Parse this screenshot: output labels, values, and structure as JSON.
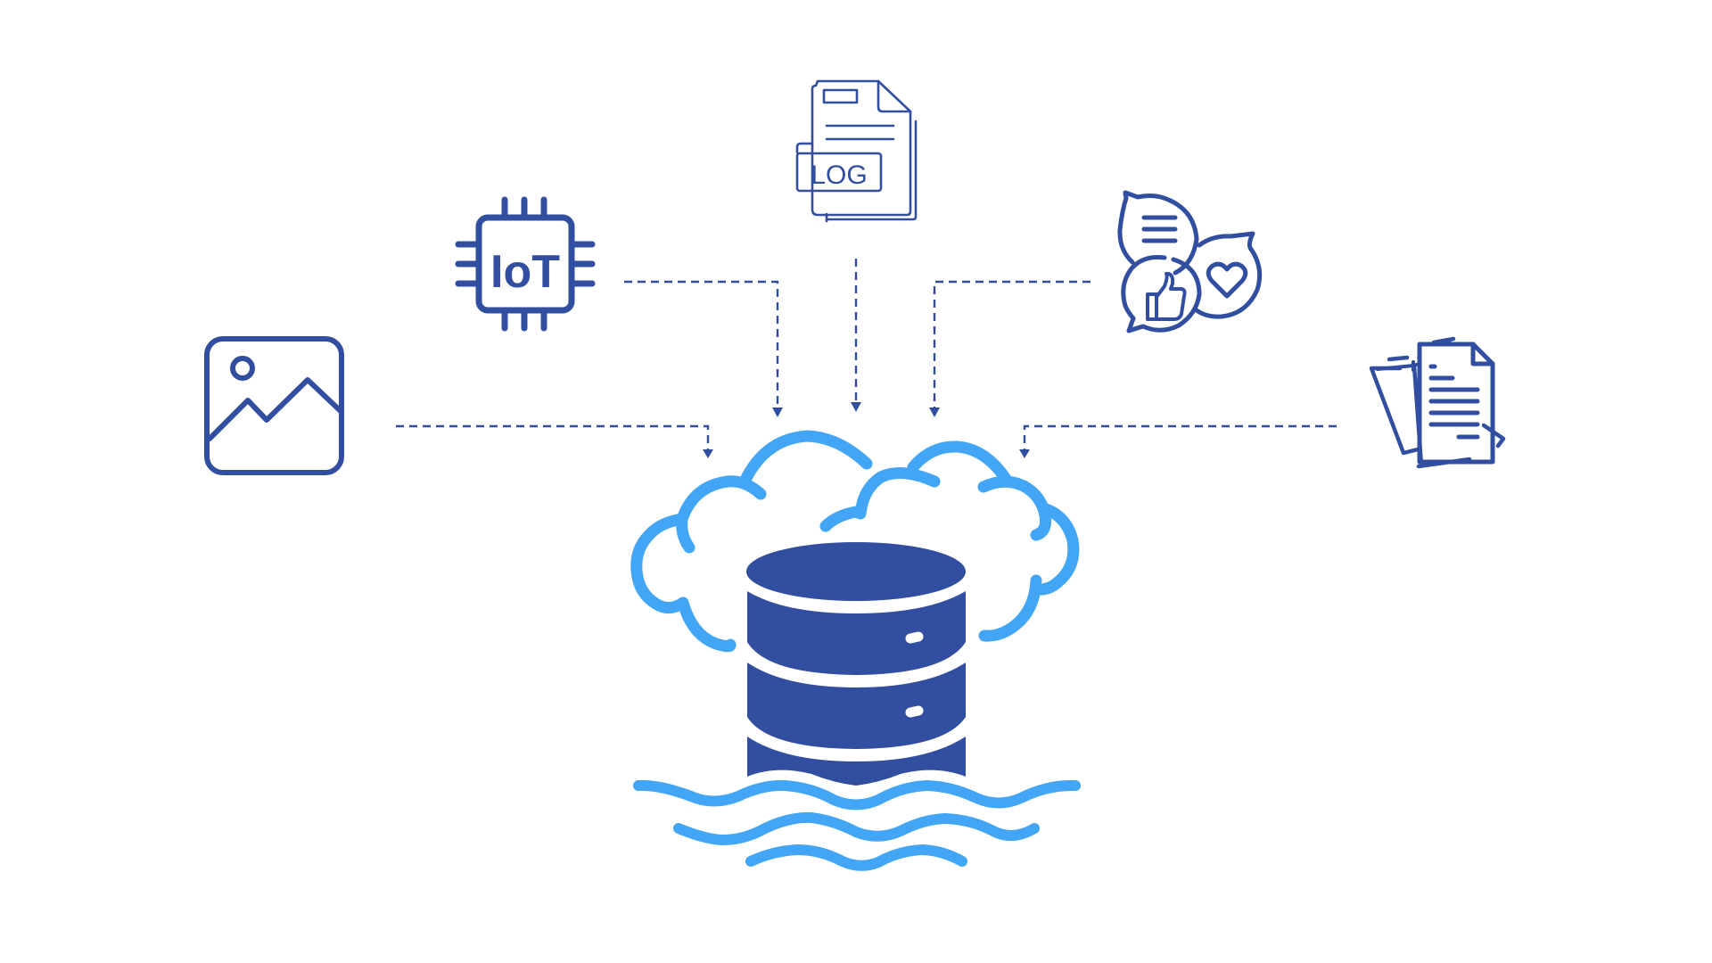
{
  "diagram": {
    "type": "data-lake-ingestion",
    "colors": {
      "primary_dark": "#324EA0",
      "accent_light": "#42A5F5",
      "background": "#FFFFFF"
    },
    "sources": [
      {
        "id": "image",
        "icon": "image-icon",
        "label": ""
      },
      {
        "id": "iot",
        "icon": "iot-chip-icon",
        "label": "IoT"
      },
      {
        "id": "log",
        "icon": "log-file-icon",
        "label": "LOG"
      },
      {
        "id": "social",
        "icon": "social-media-chat-icon",
        "label": ""
      },
      {
        "id": "documents",
        "icon": "documents-icon",
        "label": ""
      }
    ],
    "target": {
      "icon": "database-cloud-lake-icon",
      "label": ""
    },
    "connectors": [
      {
        "from": "image",
        "to": "target",
        "style": "dashed-arrow"
      },
      {
        "from": "iot",
        "to": "target",
        "style": "dashed-arrow"
      },
      {
        "from": "log",
        "to": "target",
        "style": "dashed-arrow"
      },
      {
        "from": "social",
        "to": "target",
        "style": "dashed-arrow"
      },
      {
        "from": "documents",
        "to": "target",
        "style": "dashed-arrow"
      }
    ]
  },
  "labels": {
    "iot": "IoT",
    "log": "LOG"
  }
}
